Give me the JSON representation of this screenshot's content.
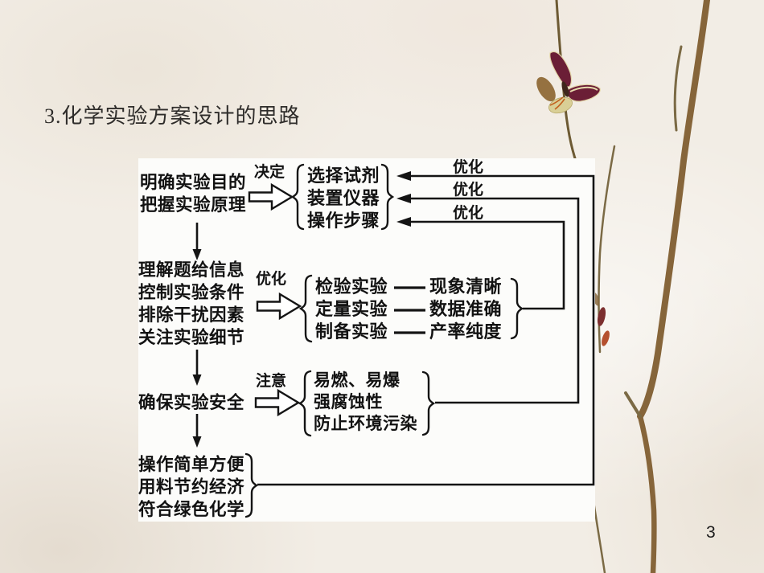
{
  "slide": {
    "title": "3.化学实验方案设计的思路",
    "page_number": "3"
  },
  "flowchart": {
    "step1_lines": [
      "明确实验目的",
      "把握实验原理"
    ],
    "decide_label": "决定",
    "group1_items": [
      "选择试剂",
      "装置仪器",
      "操作步骤"
    ],
    "feedback_labels": [
      "优化",
      "优化",
      "优化"
    ],
    "step2_lines": [
      "理解题给信息",
      "控制实验条件",
      "排除干扰因素",
      "关注实验细节"
    ],
    "optimize_label": "优化",
    "group2_left": [
      "检验实验",
      "定量实验",
      "制备实验"
    ],
    "group2_right": [
      "现象清晰",
      "数据准确",
      "产率纯度"
    ],
    "step3_lines": [
      "确保实验安全"
    ],
    "attention_label": "注意",
    "group3_items": [
      "易燃、易爆",
      "强腐蚀性",
      "防止环境污染"
    ],
    "step4_lines": [
      "操作简单方便",
      "用料节约经济",
      "符合绿色化学"
    ]
  },
  "colors": {
    "background": "#f2ede5",
    "panel": "#fcfcfa",
    "ink": "#141414",
    "branch": "#86653a",
    "twig": "#7b6a45",
    "butterfly_wing": "#6b1e36",
    "butterfly_olive": "#957140",
    "butterfly_pale": "#d9cf96",
    "bud_dark": "#7c2f2f",
    "bud_orange": "#b5502f"
  }
}
